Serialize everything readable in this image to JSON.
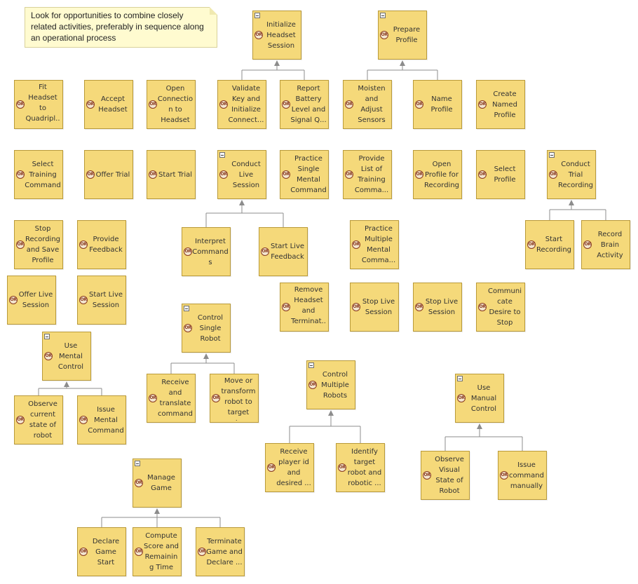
{
  "note": "Look for opportunities to combine closely related activities, preferably in sequence along an operational process",
  "badge": "OR",
  "nodes": {
    "init_headset": "Initialize Headset Session",
    "prepare_profile": "Prepare Profile",
    "fit_headset": "Fit Headset to Quadripl...",
    "accept_headset": "Accept Headset",
    "open_connection": "Open Connectio n to Headset",
    "validate_key": "Validate Key and Initialize Connect...",
    "report_battery": "Report Battery Level and Signal Q...",
    "moisten_sensors": "Moisten and Adjust Sensors",
    "name_profile": "Name Profile",
    "create_named_profile": "Create Named Profile",
    "select_training_command": "Select Training Command",
    "offer_trial": "Offer Trial",
    "start_trial": "Start Trial",
    "conduct_live_session": "Conduct Live Session",
    "practice_single": "Practice Single Mental Command",
    "provide_list": "Provide List of Training Comma...",
    "open_profile_recording": "Open Profile for Recording",
    "select_profile": "Select Profile",
    "conduct_trial_recording": "Conduct Trial Recording",
    "stop_recording_save": "Stop Recording and Save Profile",
    "provide_feedback": "Provide Feedback",
    "interpret_commands": "Interpret Command s",
    "start_live_feedback": "Start Live Feedback",
    "practice_multiple": "Practice Multiple Mental Comma...",
    "start_recording": "Start Recording",
    "record_brain": "Record Brain Activity",
    "offer_live_session": "Offer Live Session",
    "start_live_session": "Start Live Session",
    "remove_headset": "Remove Headset and Terminat...",
    "stop_live_session_1": "Stop Live Session",
    "stop_live_session_2": "Stop Live Session",
    "communicate_desire": "Communi cate Desire to Stop",
    "control_single_robot": "Control Single Robot",
    "use_mental_control": "Use Mental Control",
    "receive_translate": "Receive and translate command",
    "move_transform": "Move or transform robot to target st...",
    "control_multiple_robots": "Control Multiple Robots",
    "use_manual_control": "Use Manual Control",
    "observe_current_state": "Observe current state of robot",
    "issue_mental_command": "Issue Mental Command",
    "receive_player_id": "Receive player id and desired ...",
    "identify_target": "Identify target robot and robotic ...",
    "observe_visual_state": "Observe Visual State of Robot",
    "issue_command_manually": "Issue command manually",
    "manage_game": "Manage Game",
    "declare_game_start": "Declare Game Start",
    "compute_score": "Compute Score and Remaining Time",
    "terminate_game": "Terminate Game and Declare ..."
  },
  "colors": {
    "node_fill": "#f5d97a",
    "node_border": "#b99a3a",
    "connector": "#8c8c8c",
    "note_fill": "#fffbd0",
    "badge_border": "#8a3a1e"
  },
  "icons": {
    "badge": "or-node-icon",
    "collapse": "collapse-minus-icon",
    "connector_arrow": "arrow-up-icon"
  }
}
